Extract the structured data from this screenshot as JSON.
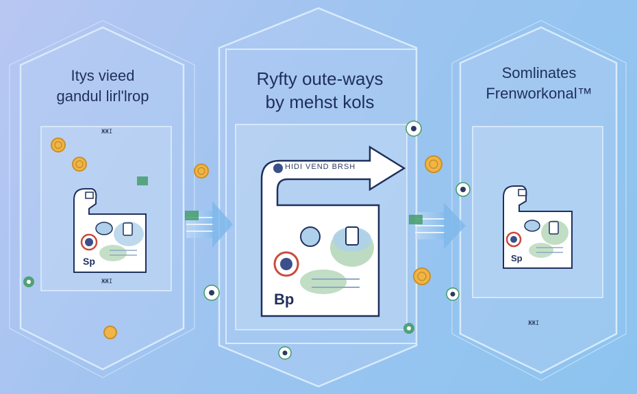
{
  "panels": {
    "left": {
      "title_line1": "Itys vieed",
      "title_line2": "gandul lirl'lrop",
      "top_code": "ЖЖI",
      "bottom_code": "ЖЖI",
      "card_label": "Sp"
    },
    "center": {
      "title_line1": "Ryfty oute-ways",
      "title_line2": "by mehst kols",
      "banner": "HIDI VEND BRSH",
      "card_label": "Bp"
    },
    "right": {
      "title_line1": "Somlinates",
      "title_line2": "Frenworkonal™",
      "bottom_code": "ЖЖI",
      "card_label": "Sp"
    }
  },
  "colors": {
    "frame": "#cfe4fb",
    "arrow": "#6aaee8",
    "text": "#1f2f5c",
    "coin": "#f0b545",
    "badge_green": "#3f9a63",
    "card_blue": "#aed0ea",
    "card_green": "#b6d7b9",
    "card_red": "#c94a3a"
  },
  "icons": [
    "coin-icon",
    "gear-icon",
    "currency-badge-icon",
    "mask-icon",
    "card-icon",
    "tag-icon",
    "leaf-icon",
    "arrow-right-icon"
  ]
}
